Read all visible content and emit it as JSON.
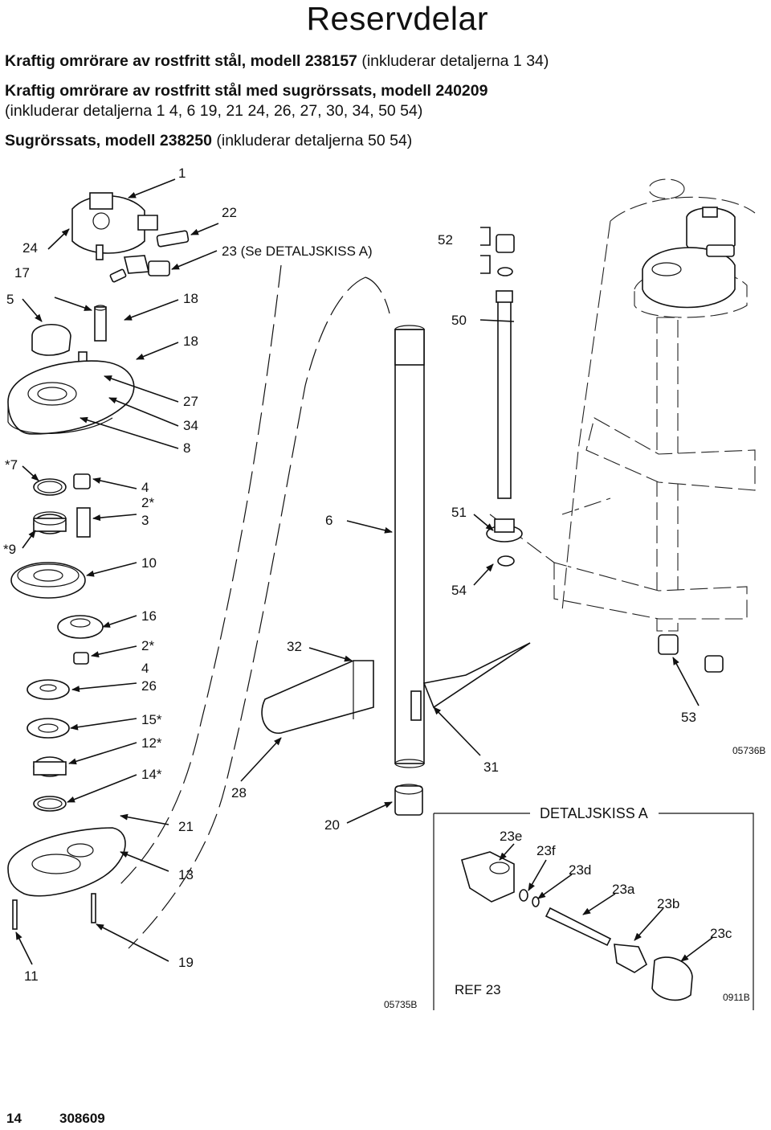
{
  "page": {
    "title": "Reservdelar",
    "header": [
      {
        "bold": "Kraftig omrörare av rostfritt stål, modell 238157",
        "normal": " (inkluderar detaljerna 1 34)"
      },
      {
        "bold": "Kraftig omrörare av rostfritt stål med sugrörssats, modell 240209",
        "normal": ""
      },
      {
        "bold": "",
        "normal": "(inkluderar detaljerna 1 4, 6 19, 21 24, 26, 27, 30, 34, 50 54)"
      },
      {
        "bold": "Sugrörssats, modell 238250",
        "normal": " (inkluderar detaljerna 50 54)"
      }
    ],
    "footer": {
      "page_number": "14",
      "doc_number": "308609"
    }
  },
  "figures": {
    "fig1_code": "05735B",
    "fig2_code": "05736B",
    "detail_title": "DETALJSKISS A",
    "detail_ref": "REF 23",
    "detail_code": "0911B"
  },
  "labels": {
    "l1": "1",
    "l22": "22",
    "l24": "24",
    "l17": "17",
    "l23": "23 (Se DETALJSKISS A)",
    "l52": "52",
    "l5": "5",
    "l18a": "18",
    "l18b": "18",
    "l50": "50",
    "l27": "27",
    "l34": "34",
    "l8": "8",
    "l7": "*7",
    "l4a": "4",
    "l2a": "2*",
    "l3": "3",
    "l6": "6",
    "l51": "51",
    "l9": "*9",
    "l10": "10",
    "l54": "54",
    "l16": "16",
    "l2b": "2*",
    "l32": "32",
    "l4b": "4",
    "l26": "26",
    "l15": "15*",
    "l53": "53",
    "l12": "12*",
    "l31": "31",
    "l14": "14*",
    "l28": "28",
    "l21": "21",
    "l20": "20",
    "l13": "13",
    "l11": "11",
    "l19": "19",
    "l23e": "23e",
    "l23f": "23f",
    "l23d": "23d",
    "l23a": "23a",
    "l23b": "23b",
    "l23c": "23c"
  }
}
